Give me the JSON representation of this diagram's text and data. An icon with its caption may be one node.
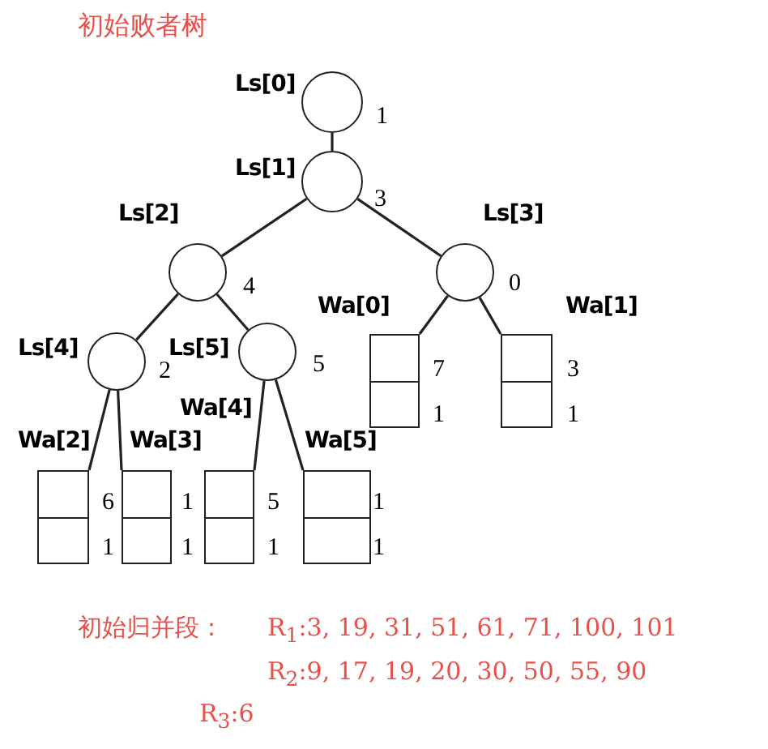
{
  "diagram": {
    "title": "初始败者树",
    "nodes": [
      {
        "text": [
          "Ls[0]"
        ],
        "beside": [
          "1"
        ]
      },
      {
        "text": [
          "Ls[1]"
        ],
        "beside": [
          "3"
        ]
      },
      {
        "text": [
          "Ls[2]"
        ],
        "beside": [
          "4"
        ]
      },
      {
        "text": [
          "Ls[3]"
        ],
        "beside": [
          "0"
        ]
      },
      {
        "text": [
          "Ls[4]"
        ],
        "beside": [
          "2"
        ]
      },
      {
        "text": [
          "Ls[5]"
        ],
        "beside": [
          "5"
        ]
      },
      {
        "text": [
          "Wa[0]"
        ],
        "beside": [
          "7",
          "1"
        ]
      },
      {
        "text": [
          "Wa[1]"
        ],
        "beside": [
          "3",
          "1"
        ]
      },
      {
        "text": [
          "Wa[2]"
        ],
        "beside": [
          "6",
          "1"
        ]
      },
      {
        "text": [
          "Wa[3]"
        ],
        "beside": [
          "1",
          "1"
        ]
      },
      {
        "text": [
          "Wa[4]"
        ],
        "beside": [
          "5",
          "1"
        ]
      },
      {
        "text": [
          "Wa[5]"
        ],
        "beside": [
          "1",
          "1"
        ]
      }
    ],
    "edges": [
      {
        "from": 0,
        "to": 1,
        "arrow": "none"
      },
      {
        "from": 1,
        "to": 2,
        "arrow": "none"
      },
      {
        "from": 1,
        "to": 3,
        "arrow": "none"
      },
      {
        "from": 2,
        "to": 4,
        "arrow": "none"
      },
      {
        "from": 2,
        "to": 5,
        "arrow": "none"
      },
      {
        "from": 3,
        "to": 6,
        "arrow": "none"
      },
      {
        "from": 3,
        "to": 7,
        "arrow": "none"
      },
      {
        "from": 4,
        "to": 8,
        "arrow": "none"
      },
      {
        "from": 4,
        "to": 9,
        "arrow": "none"
      },
      {
        "from": 5,
        "to": 10,
        "arrow": "none"
      },
      {
        "from": 5,
        "to": 11,
        "arrow": "none"
      }
    ],
    "labels": [
      "初始归并段：",
      "R$_{1}$:3, 19, 31, 51, 61, 71, 100, 101",
      "R$_{2}$:9, 17, 19, 20, 30, 50, 55, 90",
      "R$_{3}$:6"
    ]
  }
}
